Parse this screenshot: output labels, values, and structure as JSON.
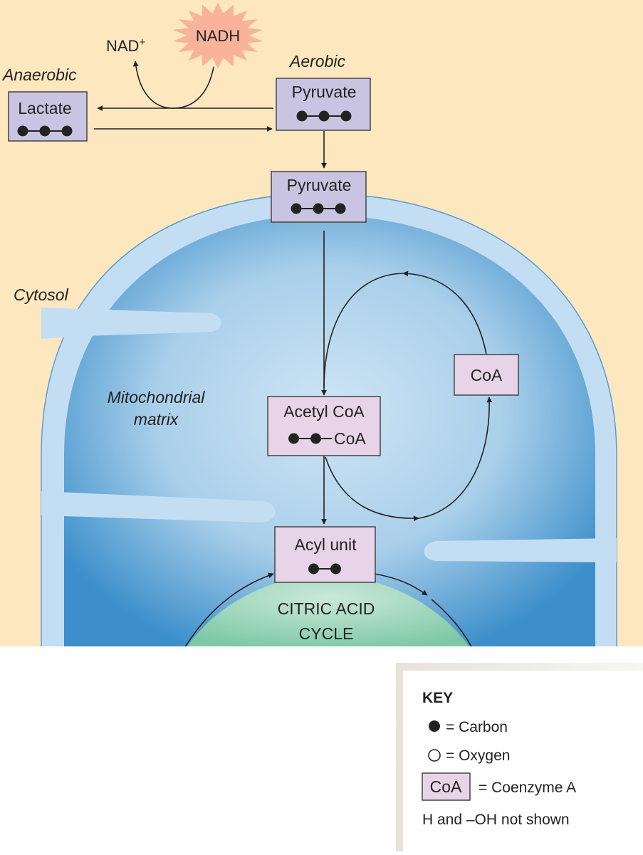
{
  "labels": {
    "nad": "NAD",
    "nad_sup": "+",
    "nadh": "NADH",
    "anaerobic": "Anaerobic",
    "aerobic": "Aerobic",
    "cytosol": "Cytosol",
    "matrix_line1": "Mitochondrial",
    "matrix_line2": "matrix",
    "cycle_line1": "CITRIC ACID",
    "cycle_line2": "CYCLE"
  },
  "molecules": {
    "lactate": {
      "name": "Lactate",
      "carbons": 3
    },
    "pyruvate_cytosol": {
      "name": "Pyruvate",
      "carbons": 3
    },
    "pyruvate_membrane": {
      "name": "Pyruvate",
      "carbons": 3
    },
    "acetyl_coa": {
      "name": "Acetyl CoA",
      "carbons": 2,
      "suffix": "CoA"
    },
    "coa": {
      "name": "CoA"
    },
    "acyl_unit": {
      "name": "Acyl unit",
      "carbons": 2
    }
  },
  "key": {
    "title": "KEY",
    "carbon": "= Carbon",
    "oxygen": "= Oxygen",
    "coa_box": "CoA",
    "coa_desc": "= Coenzyme A",
    "note": "H and –OH not shown"
  },
  "colors": {
    "cytosol": "#fde7bf",
    "membrane_outer": "#c3def2",
    "matrix": "#3f93cc",
    "matrix_light": "#c0dcef",
    "cycle": "#8ecfb0",
    "box_purple": "#c8c4e2",
    "box_pink": "#e8d4e8",
    "stroke": "#222222"
  }
}
